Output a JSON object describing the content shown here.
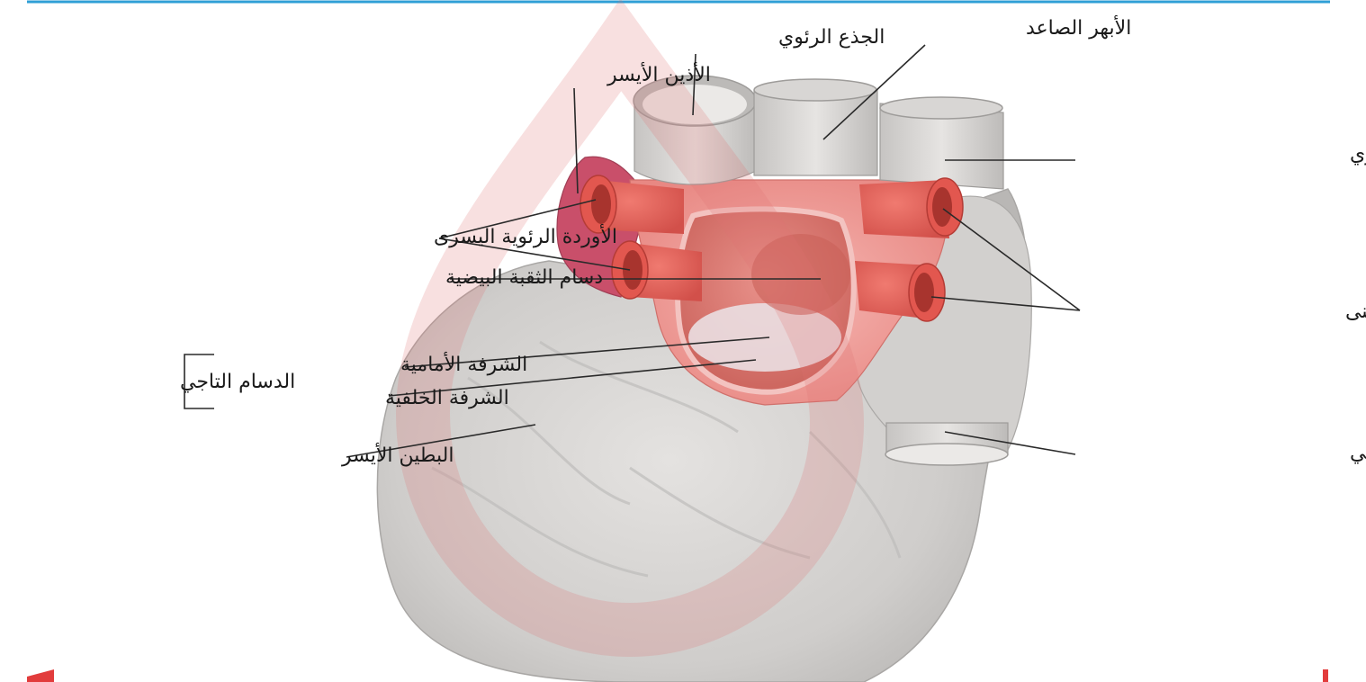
{
  "colors": {
    "top_rule": "#2f9fd6",
    "heart_gray": "#d8d6d4",
    "vessel_red": "#e8685f",
    "atrium_pink": "#f2a3a0",
    "watermark": "#e8a0a0"
  },
  "labels": {
    "pulmonary_trunk": "الجذع الرئوي",
    "ascending_aorta": "الأبهر الصاعد",
    "left_auricle": "الأذين الأيسر",
    "superior_vena_cava": "الوريد الأجوف العلوي",
    "left_pulmonary_veins": "الأوردة الرئوية اليسرى",
    "fossa_ovalis_septum": "دسام الثقبة البيضية",
    "right_pulmonary_veins": "الأوردة الرئويـة اليمنى",
    "anterior_cusp": "الشرفة الأمامية",
    "posterior_cusp": "الشرفة الخلفية",
    "mitral_valve": "الدسام التاجي",
    "left_ventricle": "البطين الأيسر",
    "inferior_vena_cava": "الوريد الأجوف السـفلي"
  },
  "icons": [
    "watermark-drop-icon"
  ]
}
